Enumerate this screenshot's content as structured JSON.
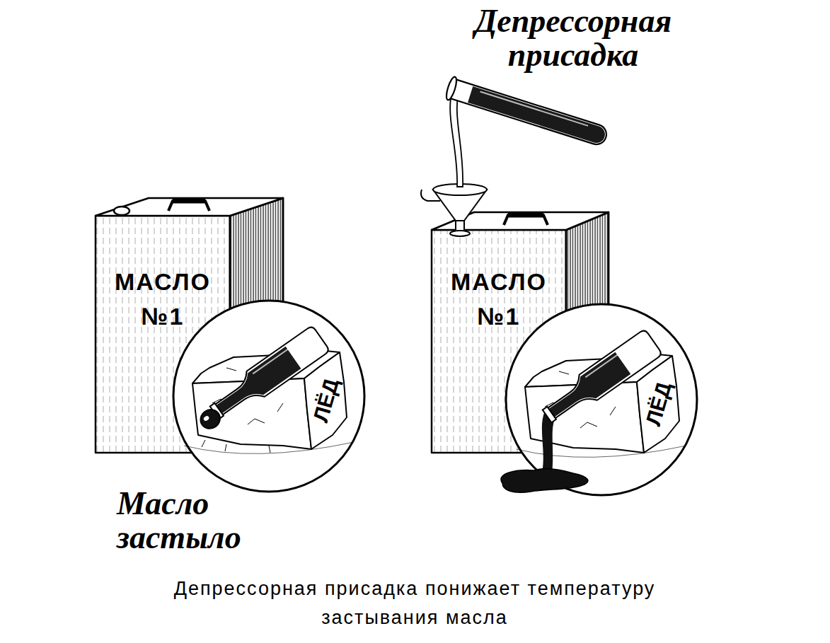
{
  "diagram": {
    "caption": "Депрессорная присадка понижает температуру застывания масла",
    "nodes": [
      {
        "text": [
          "МАСЛО №1"
        ]
      },
      {
        "text": [
          "МАСЛО №1"
        ]
      },
      {
        "text": [
          "ЛЁД"
        ]
      },
      {
        "text": [
          "ЛЁД"
        ]
      }
    ],
    "labels": [
      "Депрессорная присадка",
      "Масло застыло"
    ]
  }
}
